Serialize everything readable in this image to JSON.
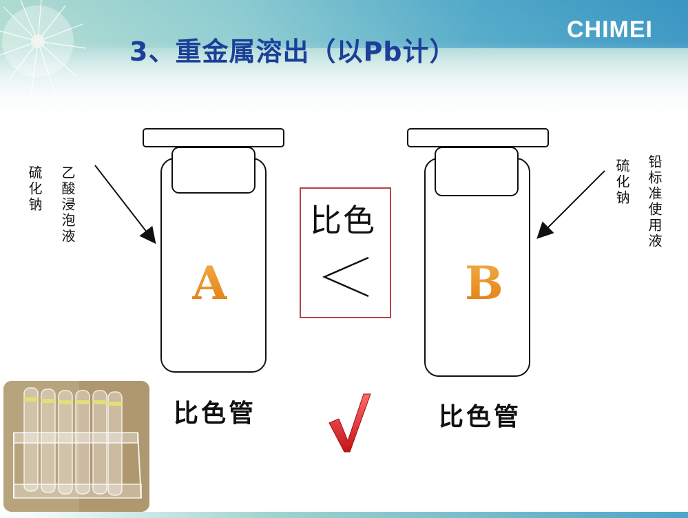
{
  "slide": {
    "title": "3、重金属溶出（以Pb计）",
    "brand": "CHIMEI"
  },
  "left_tube": {
    "letter": "A",
    "caption": "比色管",
    "label_line1": "硫化钠",
    "label_line2": "乙酸浸泡液"
  },
  "right_tube": {
    "letter": "B",
    "caption": "比色管",
    "label_line1": "硫化钠",
    "label_line2": "铅标准使用液"
  },
  "comparison": {
    "label": "比色",
    "symbol": "<"
  },
  "colors": {
    "title": "#1c3f99",
    "letter": "#e88a1a",
    "box_border": "#b0444a",
    "check": "#d8262b"
  },
  "icons": {
    "check": "check-mark-icon",
    "arrow": "arrow-icon"
  }
}
